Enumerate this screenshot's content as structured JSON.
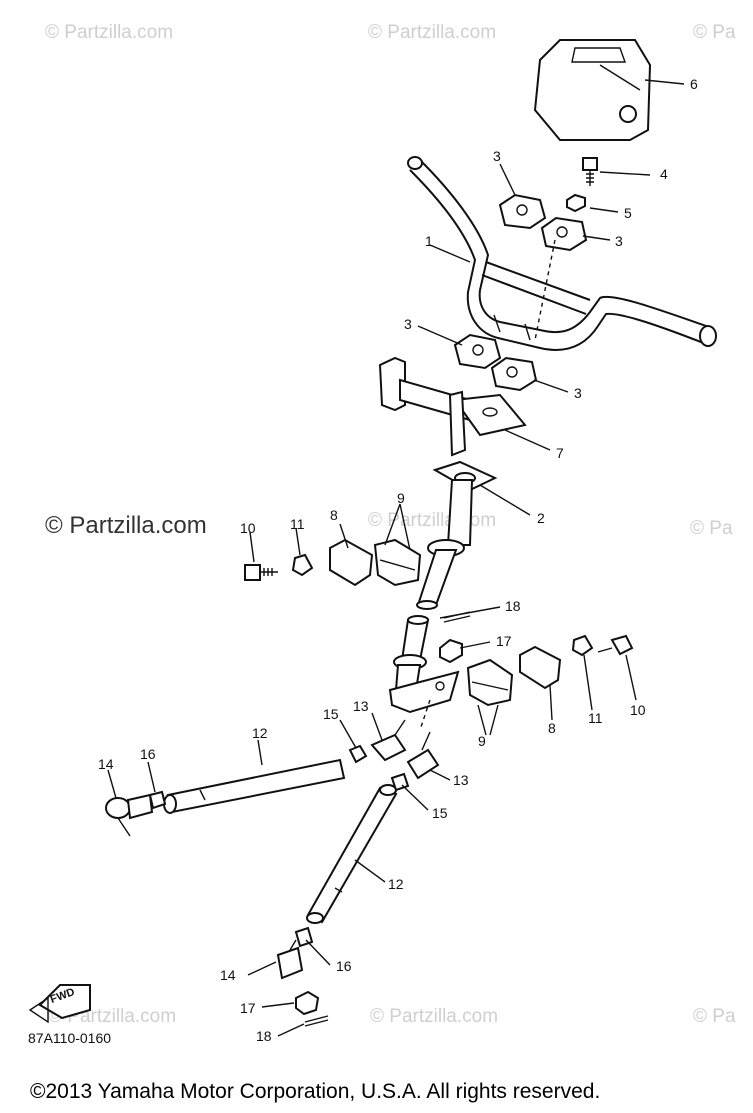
{
  "watermarks": [
    "© Partzilla.com",
    "© Partzilla.com",
    "© Pa",
    "© Partzilla.com",
    "© Pa",
    "© Partzilla.com",
    "© Partzilla.com",
    "© Partzilla.com",
    "© Pa"
  ],
  "watermark_main": "© Partzilla.com",
  "callouts": [
    "1",
    "2",
    "3",
    "3",
    "3",
    "3",
    "4",
    "5",
    "6",
    "7",
    "8",
    "8",
    "9",
    "9",
    "10",
    "10",
    "11",
    "11",
    "12",
    "12",
    "13",
    "13",
    "14",
    "14",
    "15",
    "15",
    "16",
    "16",
    "17",
    "17",
    "18",
    "18"
  ],
  "fwd_label": "FWD",
  "diagram_code": "87A110-0160",
  "copyright": "©2013  Yamaha Motor Corporation, U.S.A. All rights reserved."
}
